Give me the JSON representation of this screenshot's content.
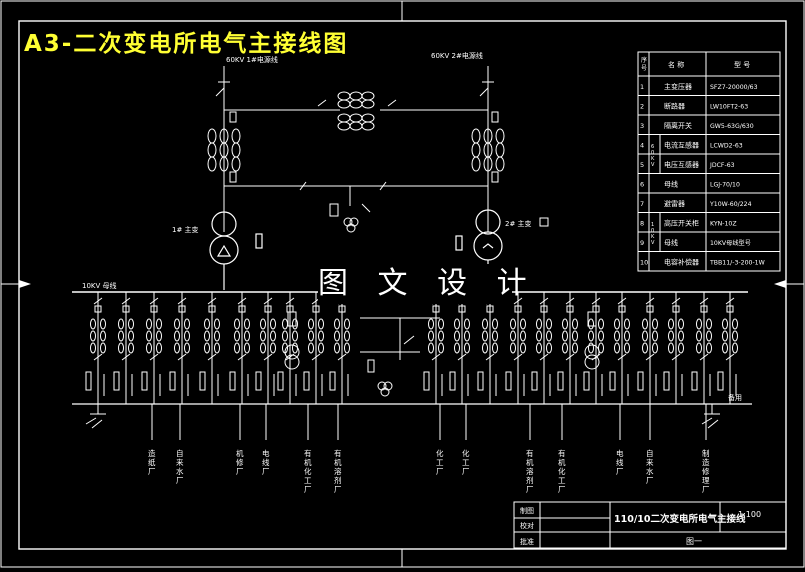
{
  "title": "A3-二次变电所电气主接线图",
  "watermark": "图 文 设 计",
  "incoming_lines": {
    "line1": "60KV 1#电源线",
    "line2": "60KV 2#电源线"
  },
  "transformers": {
    "t1": "1# 主变",
    "t2": "2# 主变"
  },
  "bus_left_label": "10KV 母线",
  "bus_right_label": "",
  "spare_label": "备用",
  "feeder_labels": [
    "造纸厂",
    "自来水厂",
    "机修厂",
    "电线厂",
    "有机化工厂",
    "有机溶剂厂",
    "化工厂",
    "化工厂",
    "有机溶剂厂",
    "有机化工厂",
    "电线厂",
    "自来水厂",
    "制造修理厂"
  ],
  "equipment_table": {
    "headers": [
      "序号",
      "名 称",
      "型 号"
    ],
    "rows": [
      [
        "1",
        "主变压器",
        "SFZ7-20000/63"
      ],
      [
        "2",
        "断路器",
        "LW10FT2-63"
      ],
      [
        "3",
        "隔离开关",
        "GW5-63G/630"
      ],
      [
        "4",
        "电流互感器",
        "LCWD2-63"
      ],
      [
        "5",
        "电压互感器",
        "JDCF-63"
      ],
      [
        "6",
        "母线",
        "LGJ-70/10"
      ],
      [
        "7",
        "避雷器",
        "Y10W-60/224"
      ],
      [
        "8",
        "高压开关柜",
        "KYN-10Z"
      ],
      [
        "9",
        "母线",
        "10KV母线型号"
      ],
      [
        "10",
        "电容补偿器",
        "TBB11/-3-200-1W"
      ]
    ],
    "group_labels": [
      "60KV",
      "10KV"
    ]
  },
  "title_block": {
    "drawn_label": "制图",
    "check_label": "校对",
    "approve_label": "批准",
    "drawing_title": "110/10二次变电所电气主接线",
    "scale": "1:100",
    "sheet": "图一"
  }
}
